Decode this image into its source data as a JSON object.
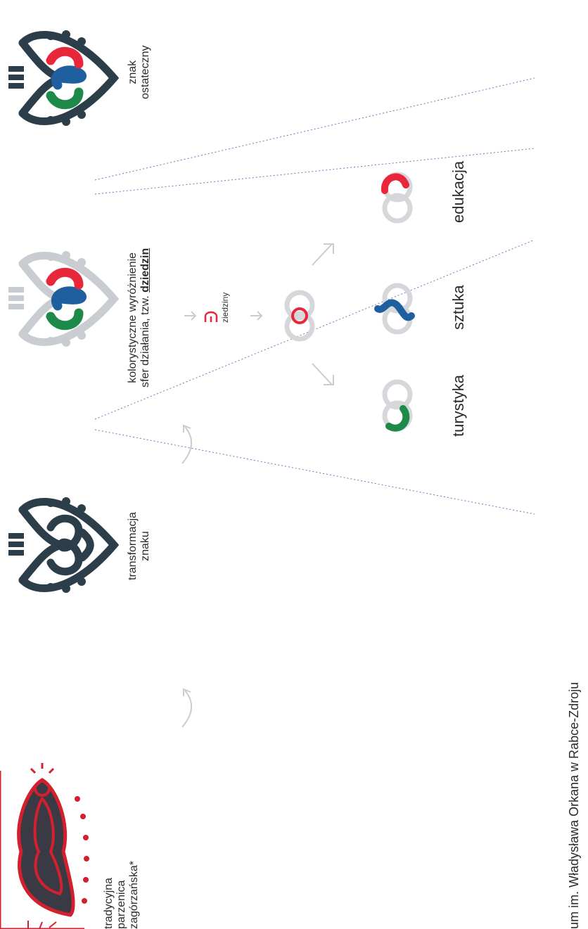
{
  "stages": {
    "traditional": {
      "line1": "tradycyjna",
      "line2": "parzenica",
      "line3": "zagórzańska*"
    },
    "transformation": {
      "line1": "transformacja",
      "line2": "znaku"
    },
    "domains_intro": {
      "line1": "kolorystyczne wyróżnienie",
      "line2_prefix": "sfer działania, tzw. ",
      "line2_emph": "dziedzin"
    },
    "final": {
      "line1": "znak",
      "line2": "ostateczny"
    }
  },
  "dziedziny_label": "ziedziny",
  "domains": [
    {
      "label": "turystyka",
      "color": "#1e8a4a"
    },
    {
      "label": "sztuka",
      "color": "#1f5fa0"
    },
    {
      "label": "edukacja",
      "color": "#e8283a"
    }
  ],
  "footer": "um im. Władysława Orkana w Rabce-Zdroju",
  "colors": {
    "dark": "#2c3e4a",
    "grey": "#c9ccd0",
    "red": "#e8283a",
    "blue": "#1f5fa0",
    "green": "#1e8a4a",
    "embroidery_red": "#d4202e",
    "embroidery_dark": "#3a3a44"
  },
  "icons": [
    "embroidery-motif-icon",
    "arrow-icon",
    "heart-knot-logo-icon",
    "dziedziny-d-icon",
    "drop-swirl-icon"
  ]
}
